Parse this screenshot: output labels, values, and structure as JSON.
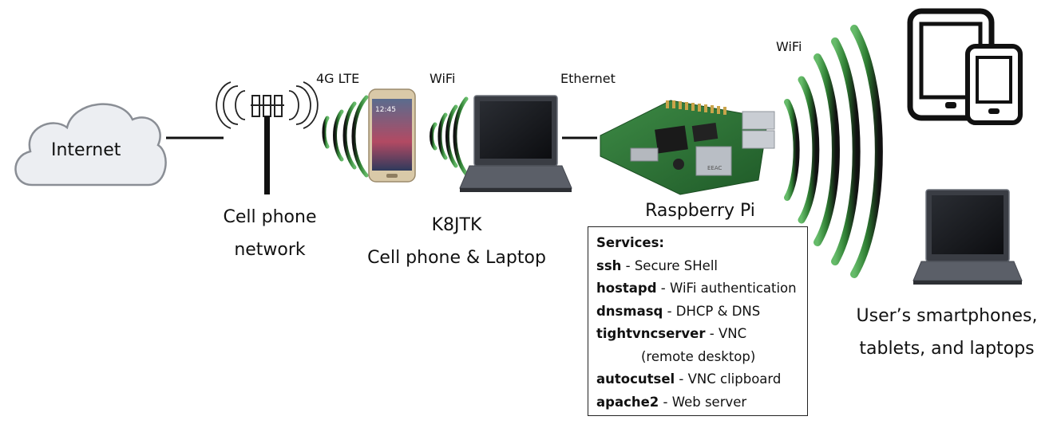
{
  "labels": {
    "internet": "Internet",
    "lte": "4G LTE",
    "wifi_phone": "WiFi",
    "ethernet": "Ethernet",
    "wifi_pi": "WiFi",
    "cell_network_line1": "Cell phone",
    "cell_network_line2": "network",
    "k8jtk_line1": "K8JTK",
    "k8jtk_line2": "Cell phone & Laptop",
    "raspberry_pi": "Raspberry Pi",
    "users_line1": "User’s smartphones,",
    "users_line2": "tablets, and laptops"
  },
  "services": {
    "header": "Services:",
    "items": [
      {
        "name": "ssh",
        "desc": " - Secure SHell"
      },
      {
        "name": "hostapd",
        "desc": " - WiFi authentication"
      },
      {
        "name": "dnsmasq",
        "desc": " - DHCP & DNS"
      },
      {
        "name": "tightvncserver",
        "desc": " - VNC"
      },
      {
        "name": "",
        "desc": "(remote desktop)"
      },
      {
        "name": "autocutsel",
        "desc": " - VNC clipboard"
      },
      {
        "name": "apache2",
        "desc": " - Web server"
      }
    ]
  },
  "icons": [
    "cloud-icon",
    "cell-tower-icon",
    "smartphone-icon",
    "laptop-icon",
    "raspberry-pi-icon",
    "tablet-icon",
    "phone-icon",
    "wifi-waves-icon"
  ],
  "colors": {
    "wave_green": "#4caf50",
    "wave_dark": "#111111",
    "cloud_fill": "#eceef2",
    "cloud_stroke": "#8a8e95"
  }
}
